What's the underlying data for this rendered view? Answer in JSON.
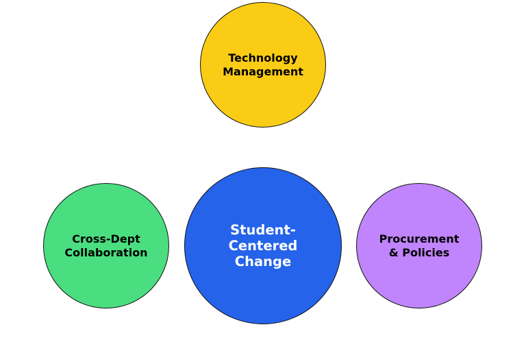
{
  "nodes": {
    "top": {
      "label": "Technology\nManagement",
      "color": "#FACC15"
    },
    "center": {
      "label": "Student-\nCentered\nChange",
      "color": "#2563EB"
    },
    "left": {
      "label": "Cross-Dept\nCollaboration",
      "color": "#4ADE80"
    },
    "right": {
      "label": "Procurement\n& Policies",
      "color": "#C084FC"
    }
  }
}
